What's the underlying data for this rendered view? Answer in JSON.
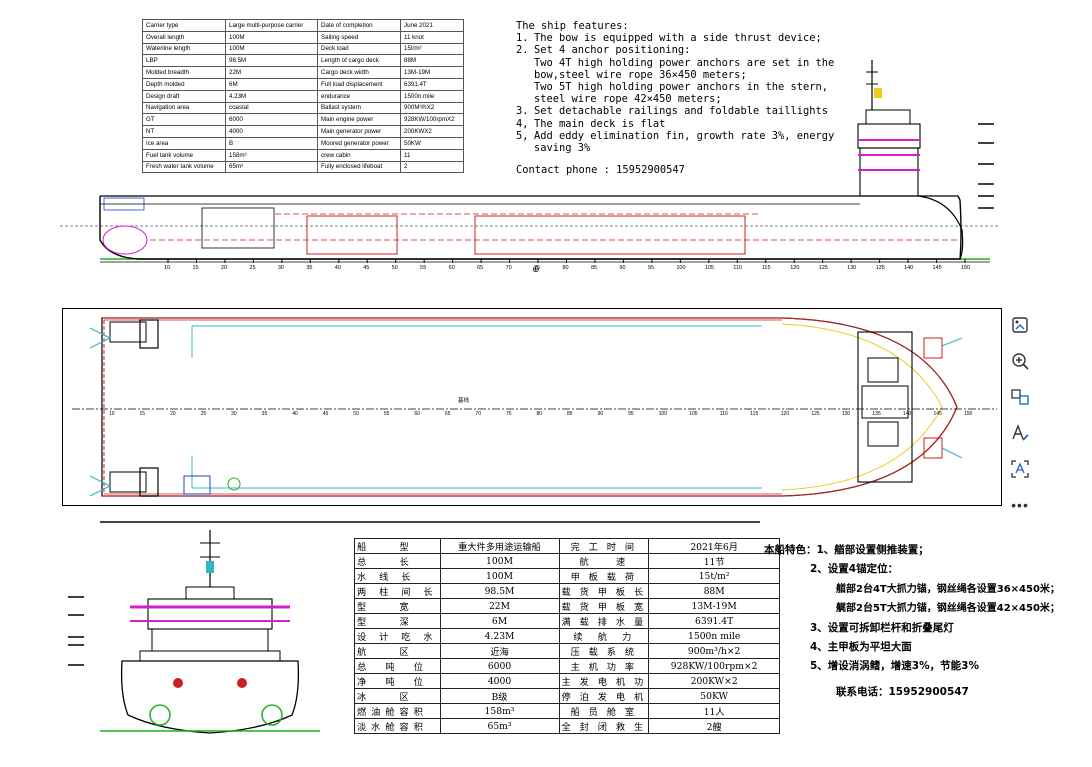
{
  "spec_en": [
    [
      "Carrier type",
      "Large multi-purpose carrier",
      "Date of completion",
      "June 2021"
    ],
    [
      "Overall length",
      "100M",
      "Sailing speed",
      "11 knot"
    ],
    [
      "Waterline length",
      "100M",
      "Deck load",
      "15t/m²"
    ],
    [
      "LBP",
      "98.5M",
      "Length of cargo deck",
      "88M"
    ],
    [
      "Molded breadth",
      "22M",
      "Cargo deck width",
      "13M-19M"
    ],
    [
      "Depth molded",
      "6M",
      "Full load displacement",
      "6391.4T"
    ],
    [
      "Design draft",
      "4.23M",
      "endurance",
      "1500n mile"
    ],
    [
      "Navigation area",
      "coastal",
      "Ballast system",
      "900M³/hX2"
    ],
    [
      "GT",
      "6000",
      "Main engine power",
      "928KW/100rpmX2"
    ],
    [
      "NT",
      "4000",
      "Main generator power",
      "200KWX2"
    ],
    [
      "Ice area",
      "B",
      "Moored generator power",
      "50KW"
    ],
    [
      "Fuel tank volume",
      "158m³",
      "crew cabin",
      "11"
    ],
    [
      "Fresh water tank volume",
      "65m³",
      "Fully enclosed lifeboat",
      "2"
    ]
  ],
  "features_en": {
    "title": "The ship features:",
    "items": [
      {
        "num": "1.",
        "text": "The bow is equipped with a side thrust device;"
      },
      {
        "num": "2.",
        "text": "Set 4 anchor positioning:"
      },
      {
        "num": "",
        "text": "Two 4T high holding power anchors are set in the"
      },
      {
        "num": "",
        "text": "bow,steel wire rope 36×450 meters;"
      },
      {
        "num": "",
        "text": "Two 5T high holding power anchors in the stern,"
      },
      {
        "num": "",
        "text": "steel wire rope 42×450 meters;"
      },
      {
        "num": "3.",
        "text": "Set detachable railings and foldable taillights"
      },
      {
        "num": "4,",
        "text": "The main deck is flat"
      },
      {
        "num": "5,",
        "text": "Add eddy elimination fin, growth rate 3%, energy"
      },
      {
        "num": "",
        "text": "saving 3%"
      }
    ],
    "contact": "Contact phone : 15952900547"
  },
  "spec_cn": [
    [
      "船　　型",
      "重大件多用途运输船",
      "完 工 时 间",
      "2021年6月"
    ],
    [
      "总　　长",
      "100M",
      "航　　速",
      "11节"
    ],
    [
      "水 线 长",
      "100M",
      "甲 板 载 荷",
      "15t/m²"
    ],
    [
      "两 柱 间 长",
      "98.5M",
      "载 货 甲 板 长",
      "88M"
    ],
    [
      "型　　宽",
      "22M",
      "载 货 甲 板 宽",
      "13M-19M"
    ],
    [
      "型　　深",
      "6M",
      "满 载 排 水 量",
      "6391.4T"
    ],
    [
      "设 计 吃 水",
      "4.23M",
      "续　航　力",
      "1500n mile"
    ],
    [
      "航　　区",
      "近海",
      "压 载 系 统",
      "900m³/h×2"
    ],
    [
      "总　吨　位",
      "6000",
      "主 机 功 率",
      "928KW/100rpm×2"
    ],
    [
      "净　吨　位",
      "4000",
      "主 发 电 机 功",
      "200KW×2"
    ],
    [
      "冰　　区",
      "B级",
      "停 泊 发 电 机",
      "50KW"
    ],
    [
      "燃油舱容积",
      "158m³",
      "船 员 舱 室",
      "11人"
    ],
    [
      "淡水舱容积",
      "65m³",
      "全 封 闭 救 生",
      "2艘"
    ]
  ],
  "features_cn": {
    "line1": "本船特色：1、艏部设置侧推装置；",
    "line2": "2、设置4锚定位：",
    "line3": "艏部2台4T大抓力锚，钢丝绳各设置36×450米；",
    "line4": "艉部2台5T大抓力锚，钢丝绳各设置42×450米；",
    "line5": "3、设置可拆卸栏杆和折叠尾灯",
    "line6": "4、主甲板为平坦大面",
    "line7": "5、增设消涡鳍，增速3%，节能3%",
    "contact": "联系电话：15952900547"
  },
  "drawing": {
    "profile_frames": [
      "10",
      "15",
      "20",
      "25",
      "30",
      "35",
      "40",
      "45",
      "50",
      "55",
      "60",
      "65",
      "70",
      "75",
      "80",
      "85",
      "90",
      "95",
      "100",
      "105",
      "110",
      "115",
      "120",
      "125",
      "130",
      "135",
      "140",
      "145",
      "150"
    ],
    "plan_label": "基线",
    "colors": {
      "hull": "#000000",
      "magenta": "#d020d0",
      "red": "#cc2020",
      "cyan": "#30b8c8",
      "green": "#20b020",
      "blue": "#2040c0",
      "yellow": "#e8d020"
    }
  },
  "toolbar": {
    "icons": [
      "image-edit-icon",
      "zoom-in-icon",
      "page-convert-icon",
      "text-edit-icon",
      "text-recognition-icon",
      "more-icon"
    ]
  }
}
